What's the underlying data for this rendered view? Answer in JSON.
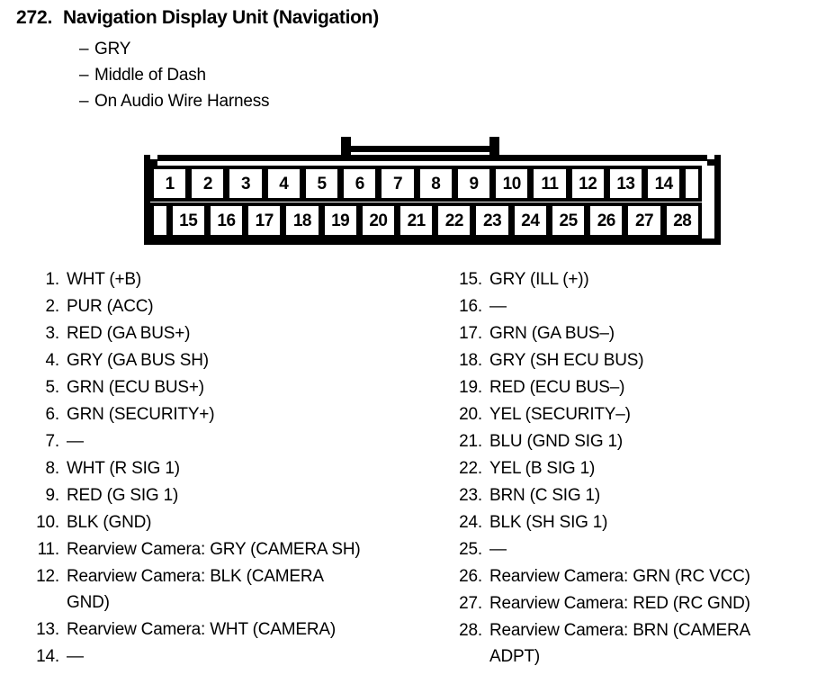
{
  "header": {
    "number": "272.",
    "title": "Navigation Display Unit (Navigation)",
    "bullets": [
      {
        "dash": "–",
        "text": "GRY"
      },
      {
        "dash": "–",
        "text": "Middle of Dash"
      },
      {
        "dash": "–",
        "text": "On Audio Wire Harness"
      }
    ]
  },
  "connector": {
    "name": "28-pin wire harness connector",
    "top_row_pins": [
      "1",
      "2",
      "3",
      "4",
      "5",
      "6",
      "7",
      "8",
      "9",
      "10",
      "11",
      "12",
      "13",
      "14"
    ],
    "bottom_row_pins": [
      "15",
      "16",
      "17",
      "18",
      "19",
      "20",
      "21",
      "22",
      "23",
      "24",
      "25",
      "26",
      "27",
      "28"
    ],
    "latch": "top-center latch with two posts and crossbar"
  },
  "pin_list_left": [
    {
      "num": "1.",
      "desc": "WHT (+B)"
    },
    {
      "num": "2.",
      "desc": "PUR (ACC)"
    },
    {
      "num": "3.",
      "desc": "RED (GA BUS+)"
    },
    {
      "num": "4.",
      "desc": "GRY (GA BUS SH)"
    },
    {
      "num": "5.",
      "desc": "GRN (ECU BUS+)"
    },
    {
      "num": "6.",
      "desc": "GRN (SECURITY+)"
    },
    {
      "num": "7.",
      "desc": "—"
    },
    {
      "num": "8.",
      "desc": "WHT (R SIG 1)"
    },
    {
      "num": "9.",
      "desc": "RED (G SIG 1)"
    },
    {
      "num": "10.",
      "desc": "BLK (GND)"
    },
    {
      "num": "11.",
      "desc": "Rearview Camera: GRY (CAMERA SH)"
    },
    {
      "num": "12.",
      "desc": "Rearview Camera: BLK (CAMERA",
      "cont": "GND)"
    },
    {
      "num": "13.",
      "desc": "Rearview Camera: WHT (CAMERA)"
    },
    {
      "num": "14.",
      "desc": "—"
    }
  ],
  "pin_list_right": [
    {
      "num": "15.",
      "desc": "GRY (ILL (+))"
    },
    {
      "num": "16.",
      "desc": "—"
    },
    {
      "num": "17.",
      "desc": "GRN (GA BUS–)"
    },
    {
      "num": "18.",
      "desc": "GRY (SH ECU BUS)"
    },
    {
      "num": "19.",
      "desc": "RED (ECU BUS–)"
    },
    {
      "num": "20.",
      "desc": "YEL (SECURITY–)"
    },
    {
      "num": "21.",
      "desc": "BLU (GND SIG 1)"
    },
    {
      "num": "22.",
      "desc": "YEL (B SIG 1)"
    },
    {
      "num": "23.",
      "desc": "BRN (C SIG 1)"
    },
    {
      "num": "24.",
      "desc": "BLK (SH SIG 1)"
    },
    {
      "num": "25.",
      "desc": "—"
    },
    {
      "num": "26.",
      "desc": "Rearview Camera: GRN (RC VCC)"
    },
    {
      "num": "27.",
      "desc": "Rearview Camera: RED (RC GND)"
    },
    {
      "num": "28.",
      "desc": "Rearview Camera: BRN (CAMERA",
      "cont": "ADPT)"
    }
  ],
  "colors": {
    "ink": "#000000",
    "paper": "#ffffff"
  }
}
